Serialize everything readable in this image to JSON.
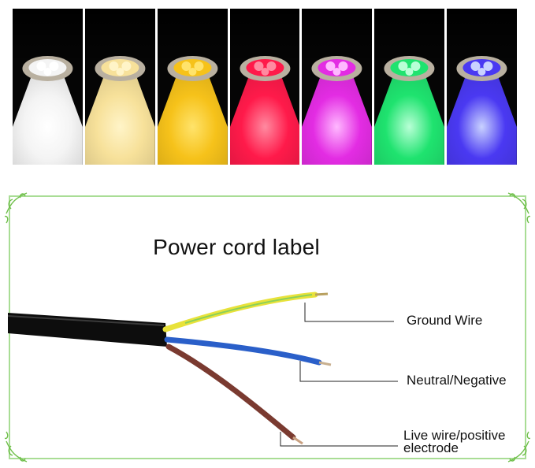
{
  "lights": [
    {
      "color_name": "white",
      "core": "#ffffff",
      "glow": "#f4f4f4"
    },
    {
      "color_name": "warm-white",
      "core": "#fff4c8",
      "glow": "#f7e19a"
    },
    {
      "color_name": "yellow",
      "core": "#ffe36b",
      "glow": "#f6c21a"
    },
    {
      "color_name": "red",
      "core": "#ff8aa0",
      "glow": "#ff1a4a"
    },
    {
      "color_name": "purple",
      "core": "#ffb8ff",
      "glow": "#e32ce3"
    },
    {
      "color_name": "green",
      "core": "#b8ffd6",
      "glow": "#1fe36f"
    },
    {
      "color_name": "blue",
      "core": "#c9d2ff",
      "glow": "#4a39f2"
    }
  ],
  "diagram": {
    "title": "Power cord label",
    "labels": {
      "ground": "Ground Wire",
      "neutral": "Neutral/Negative",
      "live": "Live wire/positive electrode"
    },
    "wire_colors": {
      "sheath": "#0d0d0d",
      "ground": "#e8e23a",
      "ground_stripe": "#6fbf4a",
      "neutral": "#2a5fc9",
      "live": "#7a3a30"
    },
    "frame_color": "#8fd47a"
  }
}
